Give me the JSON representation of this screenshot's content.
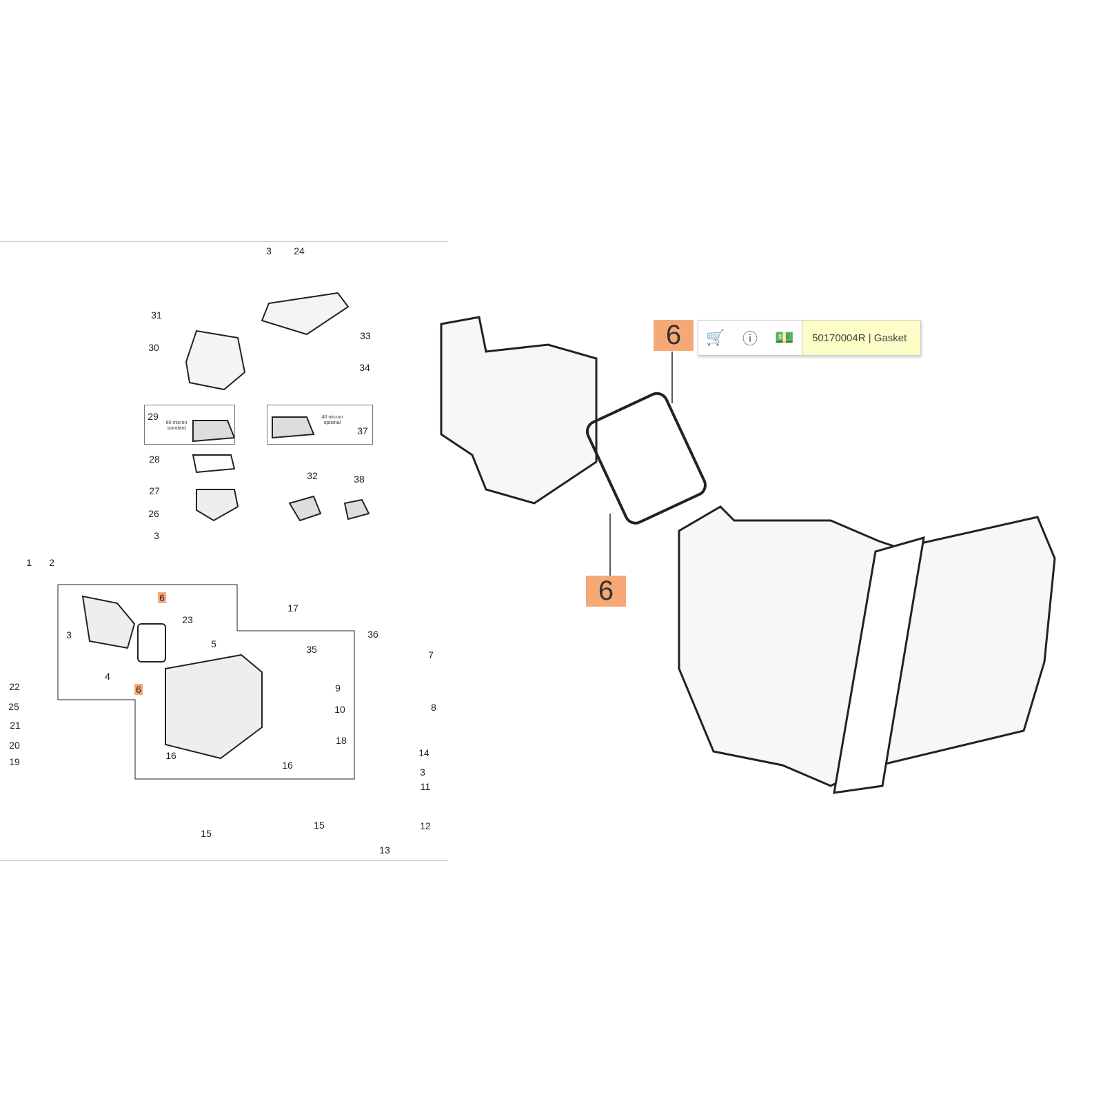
{
  "callouts": [
    "3",
    "24",
    "31",
    "33",
    "30",
    "34",
    "29",
    "37",
    "28",
    "32",
    "38",
    "27",
    "26",
    "3",
    "1",
    "2",
    "6",
    "17",
    "23",
    "3",
    "36",
    "5",
    "35",
    "7",
    "4",
    "22",
    "9",
    "6",
    "8",
    "25",
    "10",
    "21",
    "18",
    "20",
    "14",
    "16",
    "16",
    "19",
    "3",
    "11",
    "15",
    "12",
    "15",
    "13"
  ],
  "filter_notes": {
    "standard": "60 micron standard",
    "optional": "40 micron optional"
  },
  "zoom_callouts": [
    "6",
    "6"
  ],
  "tooltip": {
    "icons": [
      "cart-add-icon",
      "info-icon",
      "price-icon"
    ],
    "label": "50170004R | Gasket"
  },
  "highlight_color": "#f6a877"
}
